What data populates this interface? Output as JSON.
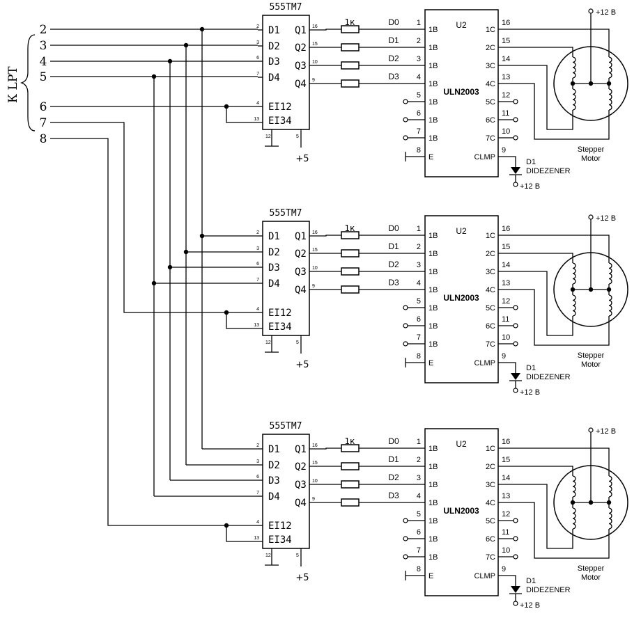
{
  "lpt": {
    "label": "К LPT",
    "pins": [
      "2",
      "3",
      "4",
      "5",
      "6",
      "7",
      "8"
    ]
  },
  "register": {
    "title": "555TM7",
    "inputs": [
      "D1",
      "D2",
      "D3",
      "D4"
    ],
    "outputs": [
      "Q1",
      "Q2",
      "Q3",
      "Q4"
    ],
    "enables": [
      "EI12",
      "EI34"
    ],
    "input_pins": [
      "2",
      "3",
      "6",
      "7"
    ],
    "output_pins": [
      "16",
      "15",
      "10",
      "9"
    ],
    "enable_pins": [
      "4",
      "13"
    ],
    "gnd_pin": "12",
    "vcc_pin": "5",
    "supply": "+5"
  },
  "resistor": {
    "label": "1к"
  },
  "driver": {
    "title": "ULN2003",
    "ref": "U2",
    "nets": [
      "D0",
      "D1",
      "D2",
      "D3"
    ],
    "in_pins": [
      "1",
      "2",
      "3",
      "4",
      "5",
      "6",
      "7",
      "8"
    ],
    "in_labels": [
      "1B",
      "1B",
      "1B",
      "1B",
      "1B",
      "1B",
      "1B",
      "E"
    ],
    "out_pins": [
      "16",
      "15",
      "14",
      "13",
      "12",
      "11",
      "10",
      "9"
    ],
    "out_labels": [
      "1C",
      "2C",
      "3C",
      "4C",
      "5C",
      "6C",
      "7C",
      "CLMP"
    ]
  },
  "diode": {
    "ref": "D1",
    "type": "DIDEZENER",
    "supply": "+12 B"
  },
  "motor": {
    "label_line1": "Stepper",
    "label_line2": "Motor",
    "supply": "+12 B"
  },
  "stages": [
    {
      "name": "stage-1",
      "enable_pin": "6"
    },
    {
      "name": "stage-2",
      "enable_pin": "7"
    },
    {
      "name": "stage-3",
      "enable_pin": "8"
    }
  ]
}
